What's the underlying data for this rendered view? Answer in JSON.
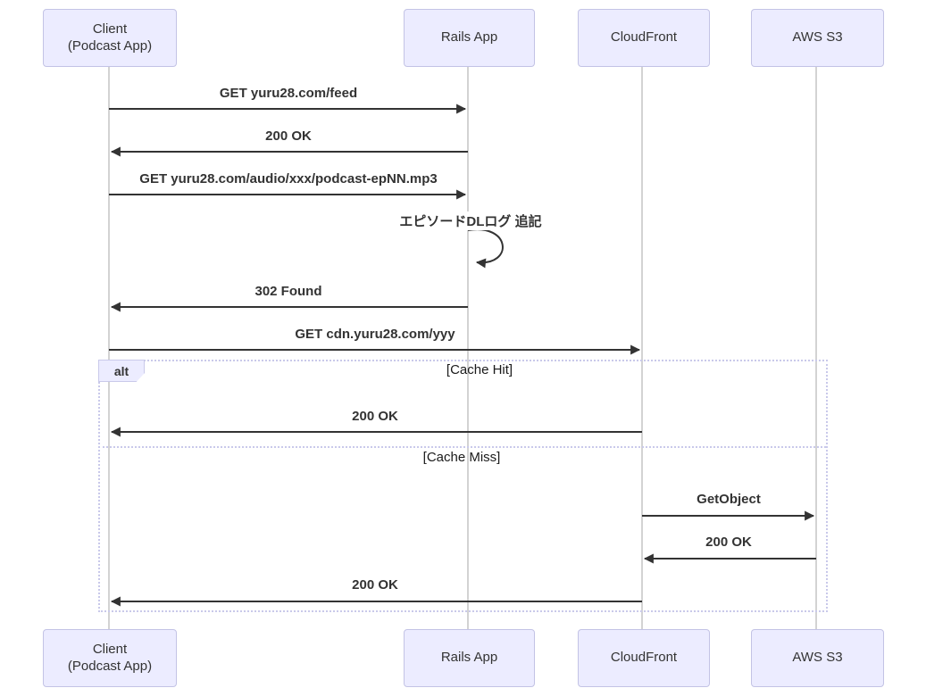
{
  "diagram": {
    "type": "sequence-diagram",
    "participants": [
      {
        "name": "Client\n(Podcast App)"
      },
      {
        "name": "Rails App"
      },
      {
        "name": "CloudFront"
      },
      {
        "name": "AWS S3"
      }
    ],
    "messages": [
      {
        "from": "Client (Podcast App)",
        "to": "Rails App",
        "label": "GET yuru28.com/feed"
      },
      {
        "from": "Rails App",
        "to": "Client (Podcast App)",
        "label": "200 OK"
      },
      {
        "from": "Client (Podcast App)",
        "to": "Rails App",
        "label": "GET yuru28.com/audio/xxx/podcast-epNN.mp3"
      },
      {
        "from": "Rails App",
        "to": "Rails App",
        "self": true,
        "label": "エピソードDLログ 追記"
      },
      {
        "from": "Rails App",
        "to": "Client (Podcast App)",
        "label": "302 Found"
      },
      {
        "from": "Client (Podcast App)",
        "to": "CloudFront",
        "label": "GET cdn.yuru28.com/yyy"
      },
      {
        "from": "CloudFront",
        "to": "Client (Podcast App)",
        "label": "200 OK",
        "section": "Cache Hit"
      },
      {
        "from": "CloudFront",
        "to": "AWS S3",
        "label": "GetObject",
        "section": "Cache Miss"
      },
      {
        "from": "AWS S3",
        "to": "CloudFront",
        "label": "200 OK",
        "section": "Cache Miss"
      },
      {
        "from": "CloudFront",
        "to": "Client (Podcast App)",
        "label": "200 OK",
        "section": "Cache Miss"
      }
    ],
    "alt": {
      "label": "alt",
      "sections": [
        "[Cache Hit]",
        "[Cache Miss]"
      ]
    },
    "colors": {
      "actor_fill": "#ECECFF",
      "actor_border": "#c3c3e5",
      "arrow": "#333333",
      "lifeline": "#d3d3d3",
      "frame_border": "#c9c9ea",
      "text": "#333333"
    }
  }
}
